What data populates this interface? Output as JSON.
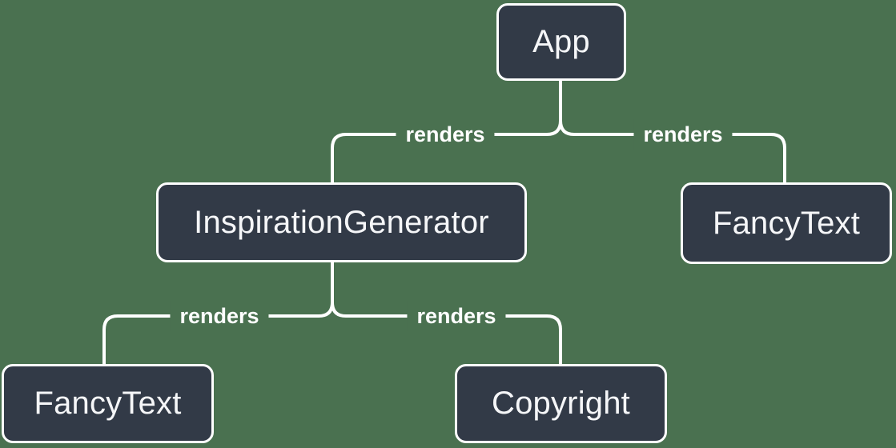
{
  "diagram": {
    "type": "component-render-tree",
    "colors": {
      "background": "#4a7150",
      "node_fill": "#323a47",
      "node_border": "#ffffff",
      "node_text": "#f5f6f8",
      "edge_line": "#ffffff",
      "edge_label_text": "#ffffff"
    },
    "nodes": {
      "app": {
        "label": "App"
      },
      "inspiration_generator": {
        "label": "InspirationGenerator"
      },
      "fancy_text_top": {
        "label": "FancyText"
      },
      "fancy_text_bottom": {
        "label": "FancyText"
      },
      "copyright": {
        "label": "Copyright"
      }
    },
    "edges": {
      "app_to_inspiration_generator": {
        "from": "App",
        "to": "InspirationGenerator",
        "label": "renders"
      },
      "app_to_fancy_text": {
        "from": "App",
        "to": "FancyText",
        "label": "renders"
      },
      "inspiration_generator_to_fancy_text": {
        "from": "InspirationGenerator",
        "to": "FancyText",
        "label": "renders"
      },
      "inspiration_generator_to_copyright": {
        "from": "InspirationGenerator",
        "to": "Copyright",
        "label": "renders"
      }
    }
  }
}
